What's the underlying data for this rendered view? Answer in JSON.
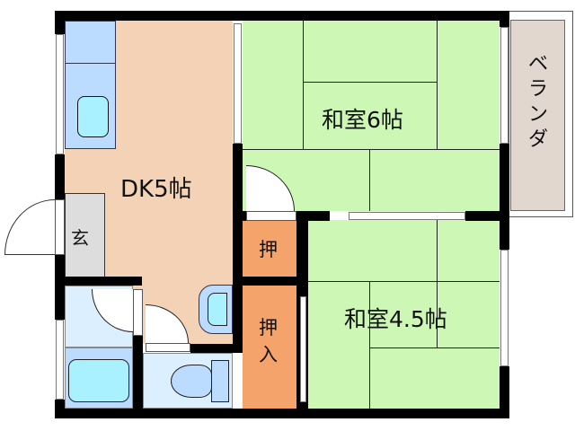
{
  "floorplan": {
    "rooms": {
      "dk": {
        "label": "DK5帖",
        "color": "#f3d2b5"
      },
      "washitsu6": {
        "label": "和室6帖",
        "color": "#ccf7b5"
      },
      "washitsu45": {
        "label": "和室4.5帖",
        "color": "#ccf7b5"
      },
      "veranda": {
        "label": "ベランダ",
        "color": "#e2d7cf"
      },
      "genkan": {
        "label": "玄",
        "color": "#dddddd"
      },
      "oshi_small": {
        "label": "押",
        "color": "#f4a46a"
      },
      "oshiire": {
        "label": "押入",
        "color": "#f4a46a"
      },
      "washroom": {
        "label": "",
        "color": "#dcefff"
      },
      "bath": {
        "label": "",
        "color": "#bcdcff"
      },
      "toilet": {
        "label": "",
        "color": "#dcefff"
      },
      "kitchen": {
        "label": "",
        "color": "#bcdcff"
      }
    },
    "colors": {
      "wall": "#000000",
      "fixture": "#a9f1ff",
      "door": "#ffffff"
    }
  }
}
